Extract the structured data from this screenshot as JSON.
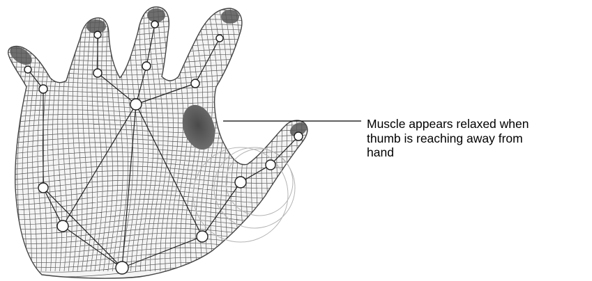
{
  "annotation": {
    "lines": [
      "Muscle appears relaxed when",
      "thumb is reaching away from",
      "hand"
    ]
  },
  "colors": {
    "mesh": "#5a5a5a",
    "muscle": "#5c5c5c",
    "skeleton": "#1e1e1e",
    "influence-rings": "#b4b4b4",
    "leader-line": "#000000"
  }
}
